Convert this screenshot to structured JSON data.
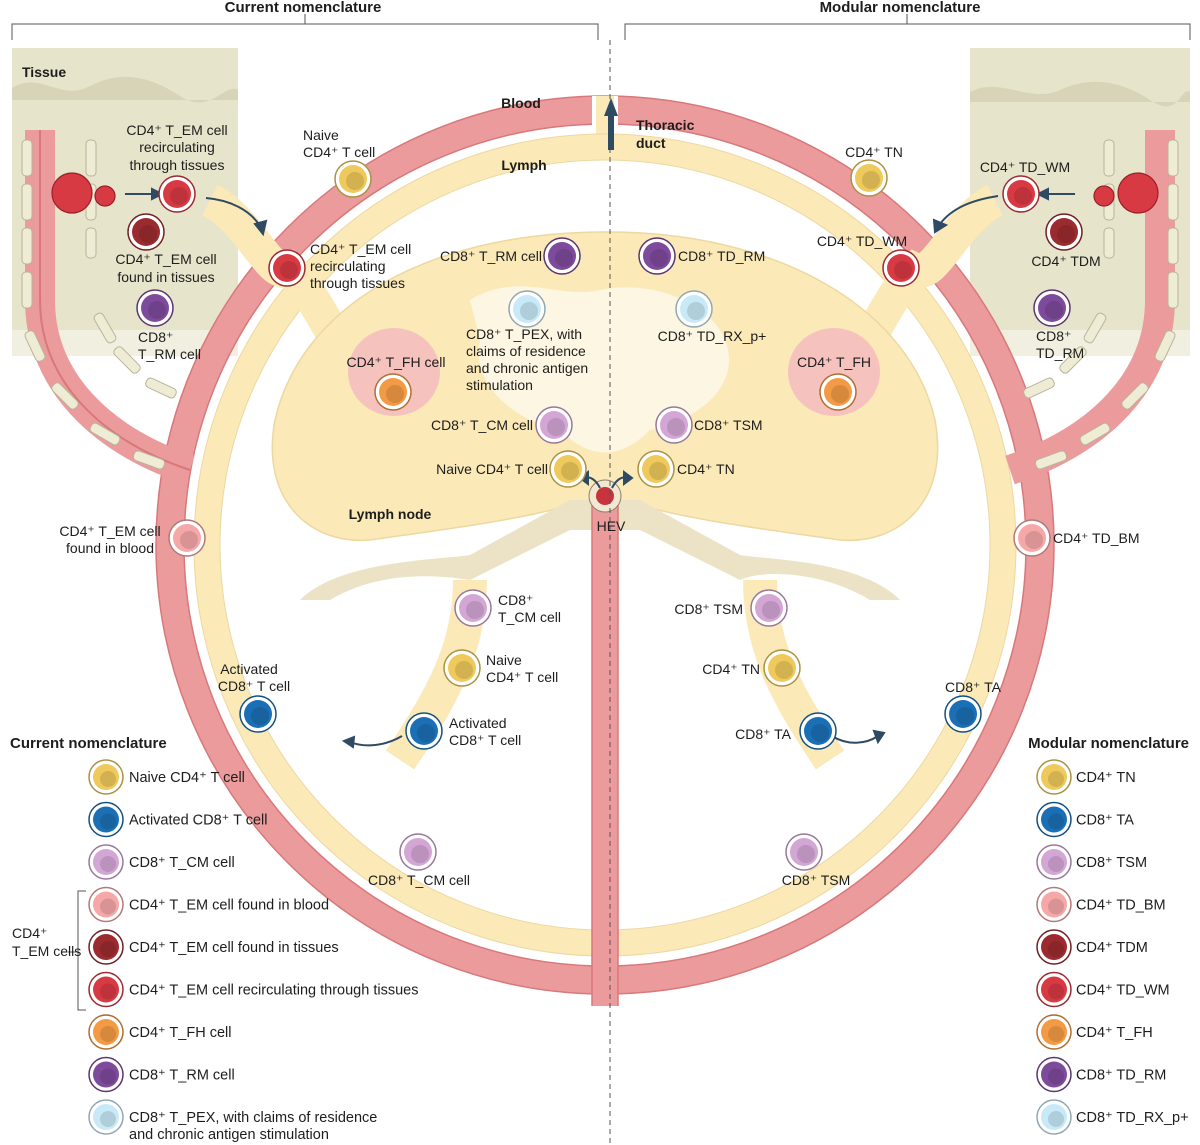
{
  "headers": {
    "left": "Current nomenclature",
    "right": "Modular nomenclature"
  },
  "zones": {
    "tissue": "Tissue",
    "blood": "Blood",
    "lymph": "Lymph",
    "thoracic_duct": [
      "Thoracic",
      "duct"
    ],
    "lymph_node": "Lymph node",
    "hev": "HEV"
  },
  "colors": {
    "naive_cd4": "#efc95c",
    "activated_cd8": "#1b6fb5",
    "cd8_tcm": "#d3a6d6",
    "cd4_tem_blood": "#f6a8a8",
    "cd4_tem_tissue": "#9b2b2f",
    "cd4_tem_recirc": "#d83a43",
    "cd4_tfh": "#f39a45",
    "cd8_trm": "#7e4a9b",
    "cd8_tpex": "#c8e9f8",
    "blood_vessel": "#eb9b9c",
    "lymph": "#fbe9b8",
    "tissue_bg": "#e7e4cc"
  },
  "left_labels": {
    "cd4_tem_recirc_tissue": [
      "CD4⁺ T_EM cell",
      "recirculating",
      "through tissues"
    ],
    "cd4_tem_tissue": [
      "CD4⁺ T_EM cell",
      "found in tissues"
    ],
    "cd8_trm_tissue": [
      "CD8⁺",
      "T_RM cell"
    ],
    "naive_cd4_blood": [
      "Naive",
      "CD4⁺ T cell"
    ],
    "cd4_tem_recirc_lymph": [
      "CD4⁺ T_EM cell",
      "recirculating",
      "through tissues"
    ],
    "cd8_trm_node": "CD8⁺ T_RM cell",
    "cd8_tpex_node": [
      "CD8⁺ T_PEX, with",
      "claims of residence",
      "and chronic antigen",
      "stimulation"
    ],
    "cd4_tfh_node": "CD4⁺ T_FH cell",
    "cd8_tcm_node": "CD8⁺ T_CM cell",
    "naive_cd4_node": "Naive CD4⁺ T cell",
    "cd4_tem_blood": [
      "CD4⁺ T_EM cell",
      "found in blood"
    ],
    "cd8_tcm_lymph": [
      "CD8⁺",
      "T_CM cell"
    ],
    "naive_cd4_lymph": [
      "Naive",
      "CD4⁺ T cell"
    ],
    "activated_cd8_lymph": [
      "Activated",
      "CD8⁺ T cell"
    ],
    "activated_cd8_blood": [
      "Activated",
      "CD8⁺ T cell"
    ],
    "cd8_tcm_blood": "CD8⁺ T_CM cell"
  },
  "right_labels": {
    "cd4_tn_blood": "CD4⁺ TN",
    "cd4_tdwm_tissue": "CD4⁺ TD_WM",
    "cd4_tdwm_lymph": "CD4⁺ TD_WM",
    "cd4_tdm_tissue": "CD4⁺ TDM",
    "cd8_tdrm_tissue": [
      "CD8⁺",
      "TD_RM"
    ],
    "cd8_tdrm_node": "CD8⁺ TD_RM",
    "cd8_tdrxp_node": "CD8⁺ TD_RX_p+",
    "cd4_tfh_node": "CD4⁺ T_FH",
    "cd8_tsm_node": "CD8⁺ TSM",
    "cd4_tn_node": "CD4⁺ TN",
    "cd4_tdbm_blood": "CD4⁺ TD_BM",
    "cd8_tsm_lymph": "CD8⁺ TSM",
    "cd4_tn_lymph": "CD4⁺ TN",
    "cd8_ta_lymph": "CD8⁺ TA",
    "cd8_ta_blood": "CD8⁺ TA",
    "cd8_tsm_blood": "CD8⁺ TSM"
  },
  "legend_left": {
    "title": "Current nomenclature",
    "group_label": [
      "CD4⁺",
      "T_EM cells"
    ],
    "items": [
      {
        "color": "naive_cd4",
        "lines": [
          "Naive CD4⁺ T cell"
        ]
      },
      {
        "color": "activated_cd8",
        "lines": [
          "Activated CD8⁺ T cell"
        ]
      },
      {
        "color": "cd8_tcm",
        "lines": [
          "CD8⁺ T_CM cell"
        ]
      },
      {
        "color": "cd4_tem_blood",
        "lines": [
          "CD4⁺ T_EM cell found in blood"
        ]
      },
      {
        "color": "cd4_tem_tissue",
        "lines": [
          "CD4⁺ T_EM cell found in tissues"
        ]
      },
      {
        "color": "cd4_tem_recirc",
        "lines": [
          "CD4⁺ T_EM cell recirculating through tissues"
        ]
      },
      {
        "color": "cd4_tfh",
        "lines": [
          "CD4⁺ T_FH cell"
        ]
      },
      {
        "color": "cd8_trm",
        "lines": [
          "CD8⁺ T_RM cell"
        ]
      },
      {
        "color": "cd8_tpex",
        "lines": [
          "CD8⁺ T_PEX, with claims of residence",
          "and chronic antigen stimulation"
        ]
      }
    ]
  },
  "legend_right": {
    "title": "Modular nomenclature",
    "items": [
      {
        "color": "naive_cd4",
        "lines": [
          "CD4⁺ TN"
        ]
      },
      {
        "color": "activated_cd8",
        "lines": [
          "CD8⁺ TA"
        ]
      },
      {
        "color": "cd8_tcm",
        "lines": [
          "CD8⁺ TSM"
        ]
      },
      {
        "color": "cd4_tem_blood",
        "lines": [
          "CD4⁺ TD_BM"
        ]
      },
      {
        "color": "cd4_tem_tissue",
        "lines": [
          "CD4⁺ TDM"
        ]
      },
      {
        "color": "cd4_tem_recirc",
        "lines": [
          "CD4⁺ TD_WM"
        ]
      },
      {
        "color": "cd4_tfh",
        "lines": [
          "CD4⁺ T_FH"
        ]
      },
      {
        "color": "cd8_trm",
        "lines": [
          "CD8⁺ TD_RM"
        ]
      },
      {
        "color": "cd8_tpex",
        "lines": [
          "CD8⁺ TD_RX_p+"
        ]
      }
    ]
  }
}
